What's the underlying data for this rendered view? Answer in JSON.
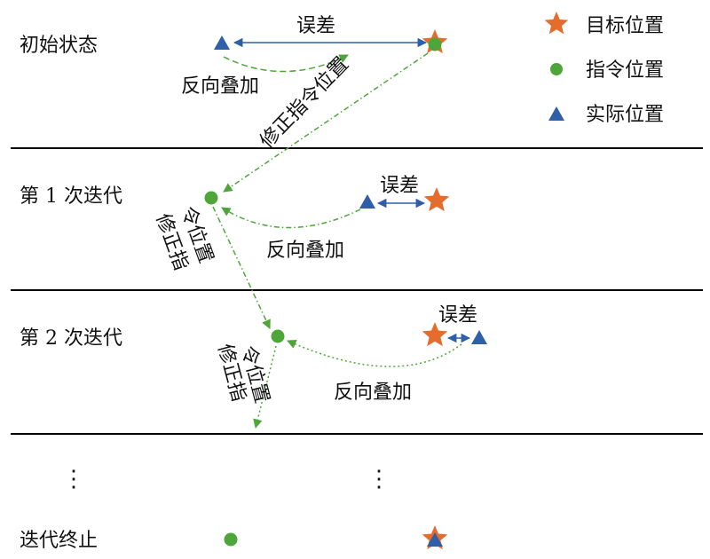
{
  "colors": {
    "target": "#E46C2D",
    "command": "#4EA63A",
    "actual": "#2E5FA8",
    "error_arrow": "#2E5FA8",
    "correction_line": "#4EA63A",
    "divider": "#000000"
  },
  "legend": {
    "target": "目标位置",
    "command": "指令位置",
    "actual": "实际位置"
  },
  "stages": {
    "initial": "初始状态",
    "iter1": "第 1 次迭代",
    "iter2": "第 2 次迭代",
    "final": "迭代终止"
  },
  "labels": {
    "error": "误差",
    "reverse_add": "反向叠加",
    "correct_cmd": "修正指令位置",
    "correct_cmd_a": "修正指",
    "correct_cmd_b": "令位置"
  },
  "ellipsis": "⋮",
  "icons": {
    "target": "star-icon",
    "command": "circle-icon",
    "actual": "triangle-icon"
  }
}
